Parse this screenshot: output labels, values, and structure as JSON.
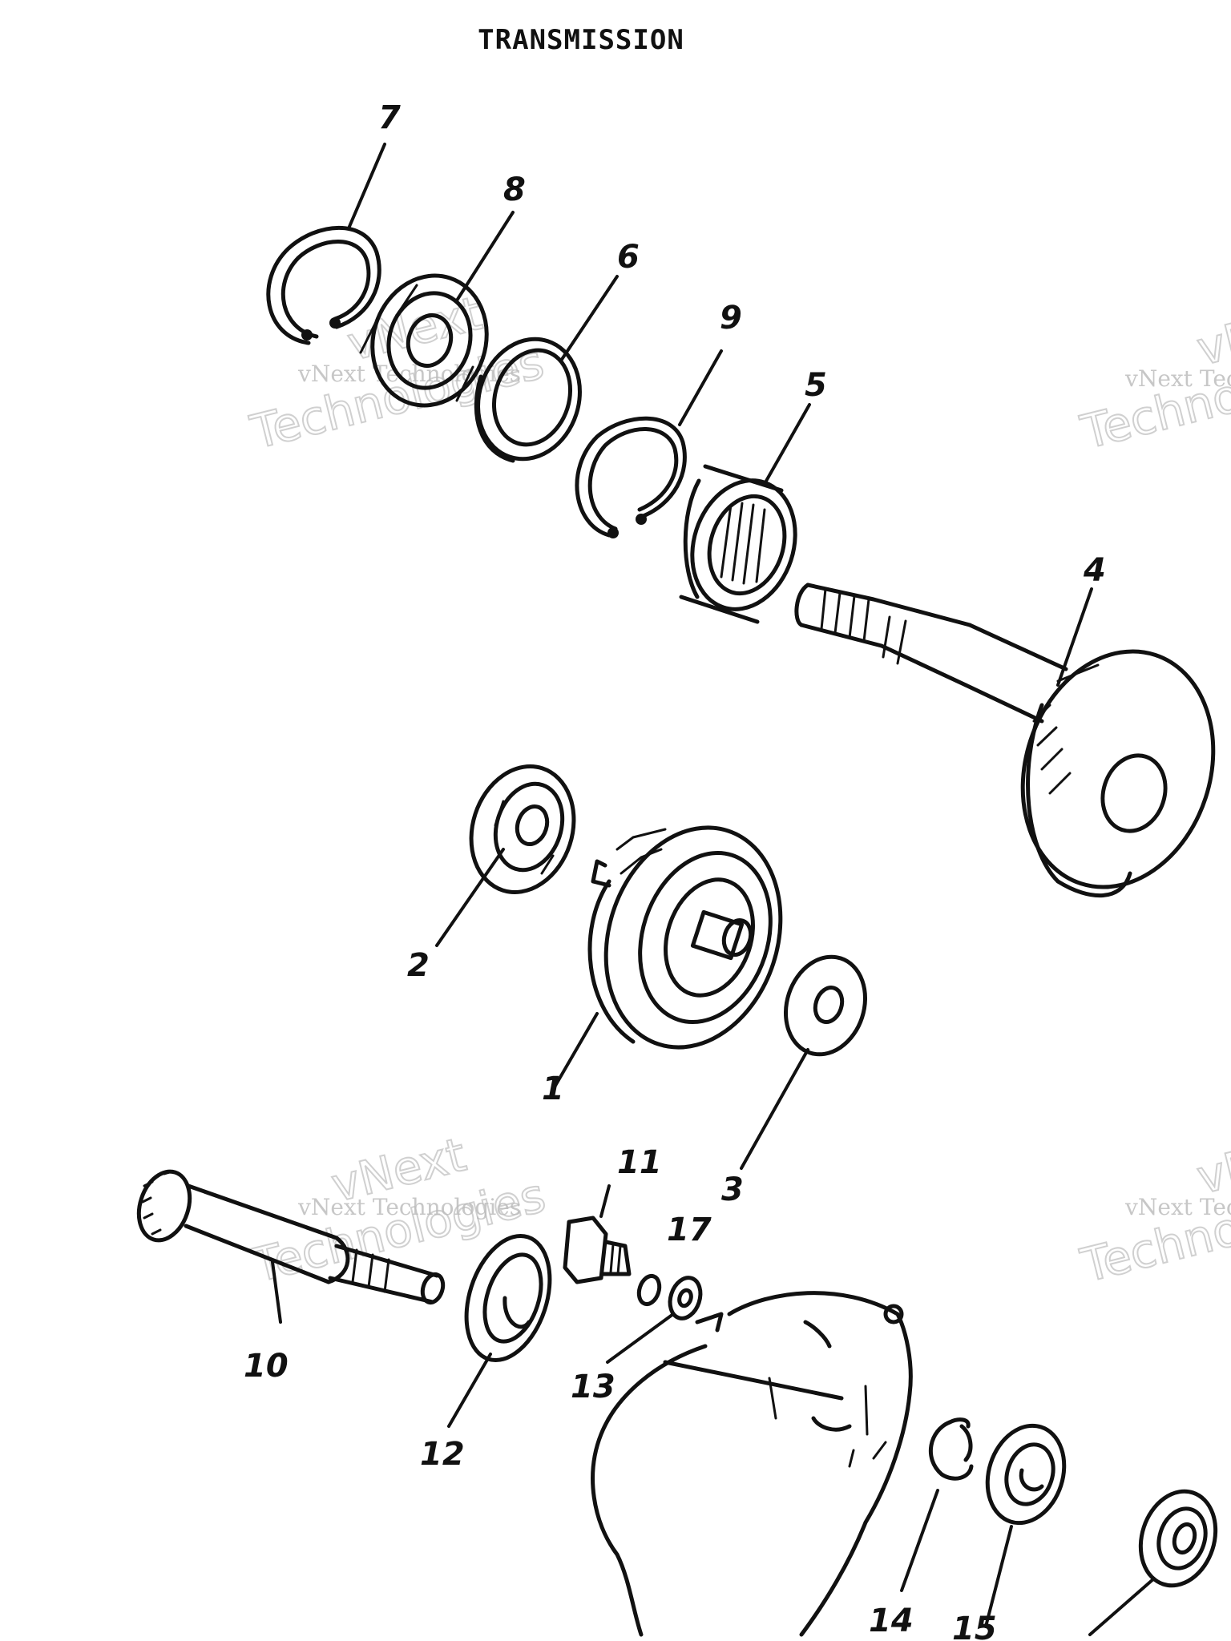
{
  "title": "TRANSMISSION",
  "watermark": {
    "line1": "vNext",
    "line2": "Technologies",
    "caption": "vNext Technologies"
  },
  "callouts": [
    "7",
    "8",
    "6",
    "9",
    "5",
    "4",
    "2",
    "1",
    "3",
    "11",
    "17",
    "10",
    "13",
    "12",
    "14",
    "15"
  ]
}
